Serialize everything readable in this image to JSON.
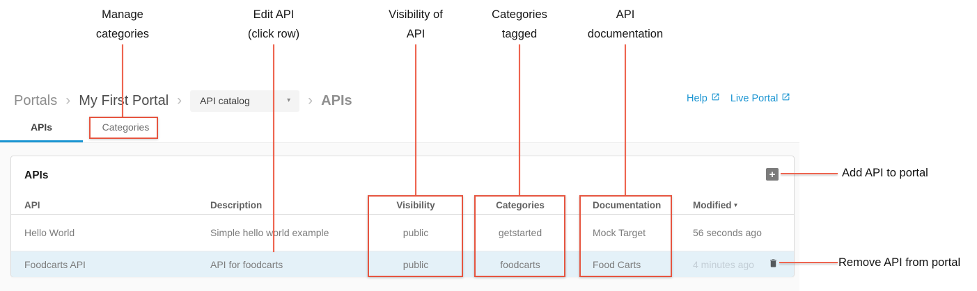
{
  "colors": {
    "annotation_red": "#e65540",
    "link_blue": "#1b95d2",
    "tab_underline_blue": "#1b95d2",
    "row_highlight_blue": "#e4f1f8"
  },
  "annotations": {
    "top": [
      {
        "line1": "Manage",
        "line2": "categories"
      },
      {
        "line1": "Edit API",
        "line2": "(click row)"
      },
      {
        "line1": "Visibility of",
        "line2": "API"
      },
      {
        "line1": "Categories",
        "line2": "tagged"
      },
      {
        "line1": "API",
        "line2": "documentation"
      }
    ],
    "right": [
      {
        "label": "Add API to portal"
      },
      {
        "label": "Remove API from portal"
      }
    ]
  },
  "breadcrumb": {
    "separator": "›",
    "items": [
      {
        "label": "Portals"
      },
      {
        "label": "My First Portal"
      }
    ],
    "dropdown": {
      "value": "API catalog",
      "caret": "▾"
    },
    "current": "APIs"
  },
  "header_links": {
    "help": "Help",
    "live_portal": "Live Portal"
  },
  "tabs": [
    {
      "label": "APIs"
    },
    {
      "label": "Categories"
    }
  ],
  "panel": {
    "title": "APIs",
    "add_button_glyph": "+"
  },
  "table": {
    "columns": [
      "API",
      "Description",
      "Visibility",
      "Categories",
      "Documentation",
      "Modified"
    ],
    "sort_indicator": "▼",
    "rows": [
      {
        "api": "Hello World",
        "description": "Simple hello world example",
        "visibility": "public",
        "categories": "getstarted",
        "documentation": "Mock Target",
        "modified": "56 seconds ago"
      },
      {
        "api": "Foodcarts API",
        "description": "API for foodcarts",
        "visibility": "public",
        "categories": "foodcarts",
        "documentation": "Food Carts",
        "modified": "4 minutes ago"
      }
    ]
  }
}
